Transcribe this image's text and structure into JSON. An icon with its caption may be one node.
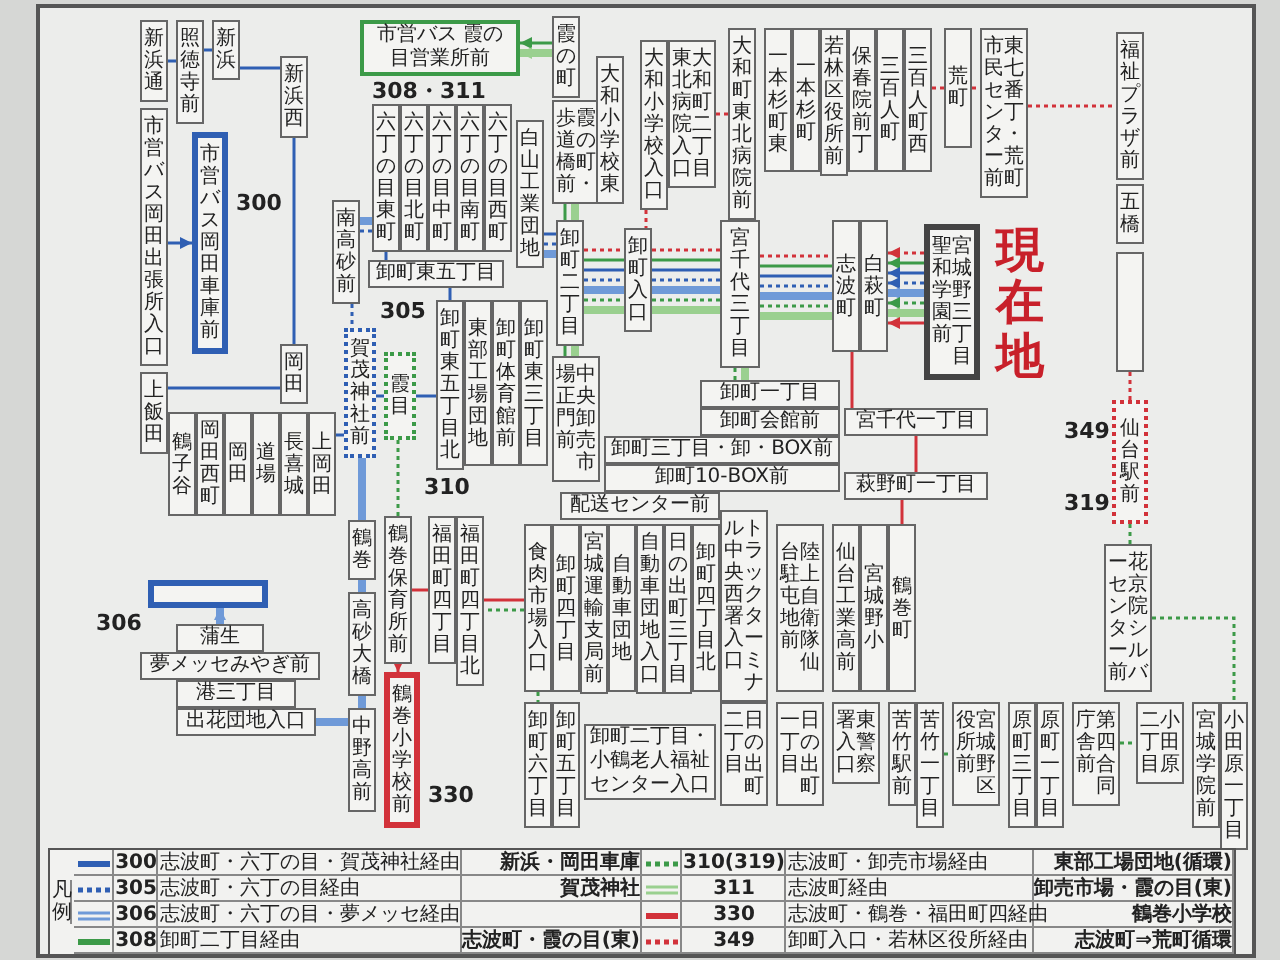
{
  "diagram": {
    "nodes": [
      {
        "text": [
          "新浜通"
        ]
      },
      {
        "text": [
          "照徳寺前"
        ]
      },
      {
        "text": [
          "新浜"
        ]
      },
      {
        "text": [
          "新浜西"
        ]
      },
      {
        "text": [
          "市営バス岡田出張所入口"
        ]
      },
      {
        "text": [
          "市営バス岡田車庫前"
        ]
      },
      {
        "text": [
          "岡田"
        ]
      },
      {
        "text": [
          "上飯田"
        ]
      },
      {
        "text": [
          "鶴子谷"
        ]
      },
      {
        "text": [
          "岡田西町"
        ]
      },
      {
        "text": [
          "岡田"
        ]
      },
      {
        "text": [
          "道場"
        ]
      },
      {
        "text": [
          "長喜城"
        ]
      },
      {
        "text": [
          "上岡田"
        ]
      },
      {
        "text": [
          "南高砂前"
        ]
      },
      {
        "text": [
          "賀茂神社前"
        ]
      },
      {
        "text": [
          "霞目"
        ]
      },
      {
        "text": [
          "六丁の目東町"
        ]
      },
      {
        "text": [
          "六丁の目北町"
        ]
      },
      {
        "text": [
          "六丁の目中町"
        ]
      },
      {
        "text": [
          "六丁の目南町"
        ]
      },
      {
        "text": [
          "六丁の目西町"
        ]
      },
      {
        "text": [
          "白山工業団地"
        ]
      },
      {
        "text": [
          "卸町東五丁目"
        ]
      },
      {
        "text": [
          "卸町東五丁目北"
        ]
      },
      {
        "text": [
          "東部工場団地"
        ]
      },
      {
        "text": [
          "卸町体育館前"
        ]
      },
      {
        "text": [
          "卸町東三丁目"
        ]
      },
      {
        "text": [
          "市営バス 霞の目営業所前"
        ]
      },
      {
        "text": [
          "霞の町"
        ]
      },
      {
        "text": [
          "霞の町・歩道橋前"
        ]
      },
      {
        "text": [
          "卸町二丁目"
        ]
      },
      {
        "text": [
          "中央卸売市場正門前"
        ]
      },
      {
        "text": [
          "大和小学校東"
        ]
      },
      {
        "text": [
          "大和小学校入口"
        ]
      },
      {
        "text": [
          "大和町二丁目東北病院入口"
        ]
      },
      {
        "text": [
          "卸町入口"
        ]
      },
      {
        "text": [
          "大和町東北病院前"
        ]
      },
      {
        "text": [
          "一本杉町東"
        ]
      },
      {
        "text": [
          "一本杉町"
        ]
      },
      {
        "text": [
          "若林区役所前"
        ]
      },
      {
        "text": [
          "保春院前丁"
        ]
      },
      {
        "text": [
          "三百人町"
        ]
      },
      {
        "text": [
          "三百人町西"
        ]
      },
      {
        "text": [
          "荒町"
        ]
      },
      {
        "text": [
          "東七番丁・荒町市民センター前"
        ]
      },
      {
        "text": [
          "宮千代三丁目"
        ]
      },
      {
        "text": [
          "卸町一丁目"
        ]
      },
      {
        "text": [
          "卸町会館前"
        ]
      },
      {
        "text": [
          "卸町三丁目・卸・BOX前"
        ]
      },
      {
        "text": [
          "卸町10-BOX前"
        ]
      },
      {
        "text": [
          "配送センター前"
        ]
      },
      {
        "text": [
          "志波町"
        ]
      },
      {
        "text": [
          "白萩町"
        ]
      },
      {
        "text": [
          "宮城野三丁目聖和学園前"
        ]
      },
      {
        "text": [
          "宮千代一丁目"
        ]
      },
      {
        "text": [
          "萩野町一丁目"
        ]
      },
      {
        "text": [
          "福祉プラザ前"
        ]
      },
      {
        "text": [
          "五橋"
        ]
      },
      {
        "text": [],
        "shape": "box"
      },
      {
        "text": [
          "仙台駅前"
        ]
      },
      {
        "text": [
          "花京院シルバーセンター前"
        ]
      },
      {
        "text": [],
        "shape": "box"
      },
      {
        "text": [
          "蒲生"
        ]
      },
      {
        "text": [
          "夢メッセみやぎ前"
        ]
      },
      {
        "text": [
          "港三丁目"
        ]
      },
      {
        "text": [
          "出花団地入口"
        ]
      },
      {
        "text": [
          "鶴巻"
        ]
      },
      {
        "text": [
          "高砂大橋"
        ]
      },
      {
        "text": [
          "中野高前"
        ]
      },
      {
        "text": [
          "鶴巻保育所前"
        ]
      },
      {
        "text": [
          "福田町四丁目"
        ]
      },
      {
        "text": [
          "福田町四丁目北"
        ]
      },
      {
        "text": [
          "鶴巻小学校前"
        ]
      },
      {
        "text": [
          "食肉市場入口"
        ]
      },
      {
        "text": [
          "卸町四丁目"
        ]
      },
      {
        "text": [
          "宮城運輸支局前"
        ]
      },
      {
        "text": [
          "自動車団地"
        ]
      },
      {
        "text": [
          "自動車団地入口"
        ]
      },
      {
        "text": [
          "日の出町三丁目"
        ]
      },
      {
        "text": [
          "卸町四丁目北"
        ]
      },
      {
        "text": [
          "トラックターミナル中央西署入口"
        ]
      },
      {
        "text": [
          "陸上自衛隊仙台駐屯地前"
        ]
      },
      {
        "text": [
          "仙台工業高前"
        ]
      },
      {
        "text": [
          "宮城野小"
        ]
      },
      {
        "text": [
          "鶴巻町"
        ]
      },
      {
        "text": [
          "卸町六丁目"
        ]
      },
      {
        "text": [
          "卸町五丁目"
        ]
      },
      {
        "text": [
          "卸町二丁目・小鶴老人福祉センター入口"
        ]
      },
      {
        "text": [
          "日の出町二丁目"
        ]
      },
      {
        "text": [
          "日の出町一丁目"
        ]
      },
      {
        "text": [
          "東警察署入口"
        ]
      },
      {
        "text": [
          "苦竹駅前"
        ]
      },
      {
        "text": [
          "苦竹一丁目"
        ]
      },
      {
        "text": [
          "宮城野区役所前"
        ]
      },
      {
        "text": [
          "原町三丁目"
        ]
      },
      {
        "text": [
          "原町一丁目"
        ]
      },
      {
        "text": [
          "第四合同庁舎前"
        ]
      },
      {
        "text": [
          "小田原二丁目"
        ]
      },
      {
        "text": [
          "宮城学院前"
        ]
      },
      {
        "text": [
          "小田原一丁目"
        ]
      }
    ],
    "edges": [
      {
        "from": 0,
        "to": 1,
        "arrow": "none",
        "color": "#2f5fb3"
      },
      {
        "from": 1,
        "to": 2,
        "arrow": "none",
        "color": "#2f5fb3"
      },
      {
        "from": 2,
        "to": 3,
        "arrow": "none",
        "color": "#2f5fb3"
      },
      {
        "from": 3,
        "to": 6,
        "arrow": "none",
        "color": "#2f5fb3"
      },
      {
        "from": 4,
        "to": 5,
        "arrow": "to",
        "color": "#2f5fb3"
      },
      {
        "from": 6,
        "to": 7,
        "arrow": "none",
        "color": "#2f5fb3"
      },
      {
        "from": 13,
        "to": 15,
        "arrow": "none",
        "color": "#2f5fb3"
      },
      {
        "from": 15,
        "to": 16,
        "arrow": "none",
        "color": "#2f5fb3"
      },
      {
        "from": 16,
        "to": 24,
        "arrow": "none",
        "color": "#2f5fb3"
      },
      {
        "from": 14,
        "to": 17,
        "arrow": "none",
        "style": "thick",
        "color": "#6f9ad8"
      },
      {
        "from": 14,
        "to": 17,
        "arrow": "none",
        "style": "dashed",
        "color": "#2f5fb3"
      },
      {
        "from": 14,
        "to": 15,
        "arrow": "none",
        "style": "dashed",
        "color": "#2f5fb3"
      },
      {
        "from": 17,
        "to": 23,
        "arrow": "none",
        "color": "#2f5fb3"
      },
      {
        "from": 23,
        "to": 24,
        "arrow": "none",
        "color": "#2f5fb3"
      },
      {
        "from": 22,
        "to": 31,
        "arrow": "none",
        "color": "#2f5fb3"
      },
      {
        "from": 22,
        "to": 31,
        "arrow": "none",
        "style": "dashed",
        "color": "#2f5fb3"
      },
      {
        "from": 22,
        "to": 31,
        "arrow": "none",
        "style": "thick",
        "color": "#6f9ad8"
      },
      {
        "from": 31,
        "to": 36,
        "arrow": "none",
        "style": "dashed",
        "color": "#d2323a"
      },
      {
        "from": 31,
        "to": 36,
        "arrow": "none",
        "color": "#3c9a48"
      },
      {
        "from": 31,
        "to": 36,
        "arrow": "none",
        "color": "#2f5fb3"
      },
      {
        "from": 31,
        "to": 36,
        "arrow": "none",
        "style": "dashed",
        "color": "#2f5fb3"
      },
      {
        "from": 31,
        "to": 36,
        "arrow": "none",
        "style": "thick",
        "color": "#6f9ad8"
      },
      {
        "from": 31,
        "to": 36,
        "arrow": "none",
        "style": "dashed",
        "color": "#3c9a48"
      },
      {
        "from": 31,
        "to": 36,
        "arrow": "none",
        "style": "thick",
        "color": "#9ad08f"
      },
      {
        "from": 36,
        "to": 46,
        "arrow": "none",
        "style": "dashed",
        "color": "#d2323a"
      },
      {
        "from": 36,
        "to": 46,
        "arrow": "none",
        "color": "#3c9a48"
      },
      {
        "from": 36,
        "to": 46,
        "arrow": "none",
        "color": "#2f5fb3"
      },
      {
        "from": 36,
        "to": 46,
        "arrow": "none",
        "style": "dashed",
        "color": "#2f5fb3"
      },
      {
        "from": 36,
        "to": 46,
        "arrow": "none",
        "style": "thick",
        "color": "#6f9ad8"
      },
      {
        "from": 36,
        "to": 46,
        "arrow": "none",
        "style": "dashed",
        "color": "#3c9a48"
      },
      {
        "from": 36,
        "to": 46,
        "arrow": "none",
        "style": "thick",
        "color": "#9ad08f"
      },
      {
        "from": 46,
        "to": 52,
        "arrow": "none",
        "style": "dashed",
        "color": "#d2323a"
      },
      {
        "from": 46,
        "to": 52,
        "arrow": "none",
        "color": "#3c9a48"
      },
      {
        "from": 46,
        "to": 52,
        "arrow": "none",
        "color": "#2f5fb3"
      },
      {
        "from": 46,
        "to": 52,
        "arrow": "none",
        "style": "dashed",
        "color": "#2f5fb3"
      },
      {
        "from": 46,
        "to": 52,
        "arrow": "none",
        "style": "thick",
        "color": "#6f9ad8"
      },
      {
        "from": 46,
        "to": 52,
        "arrow": "none",
        "style": "dashed",
        "color": "#3c9a48"
      },
      {
        "from": 46,
        "to": 52,
        "arrow": "none",
        "style": "thick",
        "color": "#9ad08f"
      },
      {
        "from": 54,
        "to": 53,
        "arrow": "to",
        "style": "dashed",
        "color": "#d2323a"
      },
      {
        "from": 54,
        "to": 53,
        "arrow": "to",
        "color": "#3c9a48"
      },
      {
        "from": 54,
        "to": 53,
        "arrow": "to",
        "color": "#2f5fb3"
      },
      {
        "from": 54,
        "to": 53,
        "arrow": "to",
        "style": "dashed",
        "color": "#2f5fb3"
      },
      {
        "from": 54,
        "to": 53,
        "arrow": "to",
        "style": "thick",
        "color": "#6f9ad8"
      },
      {
        "from": 54,
        "to": 53,
        "arrow": "to",
        "style": "dashed",
        "color": "#3c9a48"
      },
      {
        "from": 54,
        "to": 53,
        "arrow": "to",
        "style": "thick",
        "color": "#9ad08f"
      },
      {
        "from": 54,
        "to": 53,
        "arrow": "to",
        "color": "#d2323a"
      },
      {
        "from": 29,
        "to": 28,
        "arrow": "to",
        "color": "#3c9a48"
      },
      {
        "from": 29,
        "to": 28,
        "arrow": "to",
        "style": "thick",
        "color": "#9ad08f"
      },
      {
        "from": 30,
        "to": 31,
        "arrow": "none",
        "color": "#3c9a48"
      },
      {
        "from": 30,
        "to": 31,
        "arrow": "none",
        "style": "thick",
        "color": "#9ad08f"
      },
      {
        "from": 34,
        "to": 36,
        "arrow": "none",
        "style": "dashed",
        "color": "#d2323a"
      },
      {
        "from": 35,
        "to": 37,
        "arrow": "none",
        "style": "dashed",
        "color": "#d2323a"
      },
      {
        "from": 43,
        "to": 44,
        "arrow": "none",
        "style": "dashed",
        "color": "#d2323a"
      },
      {
        "from": 44,
        "to": 45,
        "arrow": "none",
        "style": "dashed",
        "color": "#d2323a"
      },
      {
        "from": 45,
        "to": 57,
        "arrow": "none",
        "style": "dashed",
        "color": "#d2323a"
      },
      {
        "from": 59,
        "to": 60,
        "arrow": "none",
        "style": "dashed",
        "color": "#d2323a"
      },
      {
        "from": 60,
        "to": 61,
        "arrow": "none",
        "style": "dashed",
        "color": "#3c9a48"
      },
      {
        "from": 31,
        "to": 32,
        "arrow": "none",
        "color": "#3c9a48"
      },
      {
        "from": 31,
        "to": 32,
        "arrow": "none",
        "style": "thick",
        "color": "#9ad08f"
      },
      {
        "from": 46,
        "to": 47,
        "arrow": "none",
        "style": "dashed",
        "color": "#3c9a48"
      },
      {
        "from": 46,
        "to": 47,
        "arrow": "none",
        "style": "thick",
        "color": "#9ad08f"
      },
      {
        "from": 52,
        "to": 55,
        "arrow": "none",
        "color": "#d2323a"
      },
      {
        "from": 55,
        "to": 56,
        "arrow": "none",
        "color": "#d2323a"
      },
      {
        "from": 56,
        "to": 85,
        "arrow": "none",
        "color": "#d2323a"
      },
      {
        "from": 74,
        "to": 72,
        "arrow": "none",
        "color": "#d2323a"
      },
      {
        "from": 74,
        "to": 72,
        "arrow": "none",
        "style": "dashed",
        "color": "#3c9a48"
      },
      {
        "from": 71,
        "to": 70,
        "arrow": "none",
        "color": "#d2323a"
      },
      {
        "from": 70,
        "to": 73,
        "arrow": "to",
        "color": "#d2323a"
      },
      {
        "from": 16,
        "to": 70,
        "arrow": "none",
        "style": "dashed",
        "color": "#3c9a48"
      },
      {
        "from": 74,
        "to": 86,
        "arrow": "none",
        "style": "dashed",
        "color": "#3c9a48"
      },
      {
        "from": 93,
        "to": 94,
        "arrow": "none",
        "style": "dashed",
        "color": "#3c9a48"
      },
      {
        "from": 97,
        "to": 98,
        "arrow": "none",
        "style": "dashed",
        "color": "#3c9a48"
      },
      {
        "from": 61,
        "to": 100,
        "arrow": "none",
        "style": "dashed",
        "color": "#3c9a48"
      },
      {
        "from": 15,
        "to": 67,
        "arrow": "none",
        "style": "thick",
        "color": "#6f9ad8"
      },
      {
        "from": 67,
        "to": 68,
        "arrow": "none",
        "style": "thick",
        "color": "#6f9ad8"
      },
      {
        "from": 68,
        "to": 69,
        "arrow": "none",
        "style": "thick",
        "color": "#6f9ad8"
      },
      {
        "from": 69,
        "to": 66,
        "arrow": "none",
        "style": "thick",
        "color": "#6f9ad8"
      },
      {
        "from": 63,
        "to": 62,
        "arrow": "to",
        "style": "thick",
        "color": "#6f9ad8"
      }
    ],
    "labels": [
      "308・311",
      "300",
      "305",
      "310",
      "306",
      "330",
      "349",
      "319",
      "現在地",
      "凡例",
      "志波町・六丁の目・賀茂神社経由",
      "新浜・岡田車庫",
      "志波町・卸売市場経由",
      "東部工場団地(循環)",
      "志波町・六丁の目経由",
      "賀茂神社",
      "志波町経由",
      "卸売市場・霞の目(東)",
      "志波町・六丁の目・夢メッセ経由",
      "志波町・鶴巻・福田町四経由",
      "鶴巻小学校",
      "卸町二丁目経由",
      "志波町・霞の目(東)",
      "卸町入口・若林区役所経由",
      "志波町⇒荒町循環"
    ],
    "legend": [
      {
        "text": "300"
      },
      {
        "text": "305"
      },
      {
        "text": "306"
      },
      {
        "text": "308"
      },
      {
        "text": "310(319)"
      },
      {
        "text": "311"
      },
      {
        "text": "330"
      },
      {
        "text": "349"
      }
    ]
  }
}
